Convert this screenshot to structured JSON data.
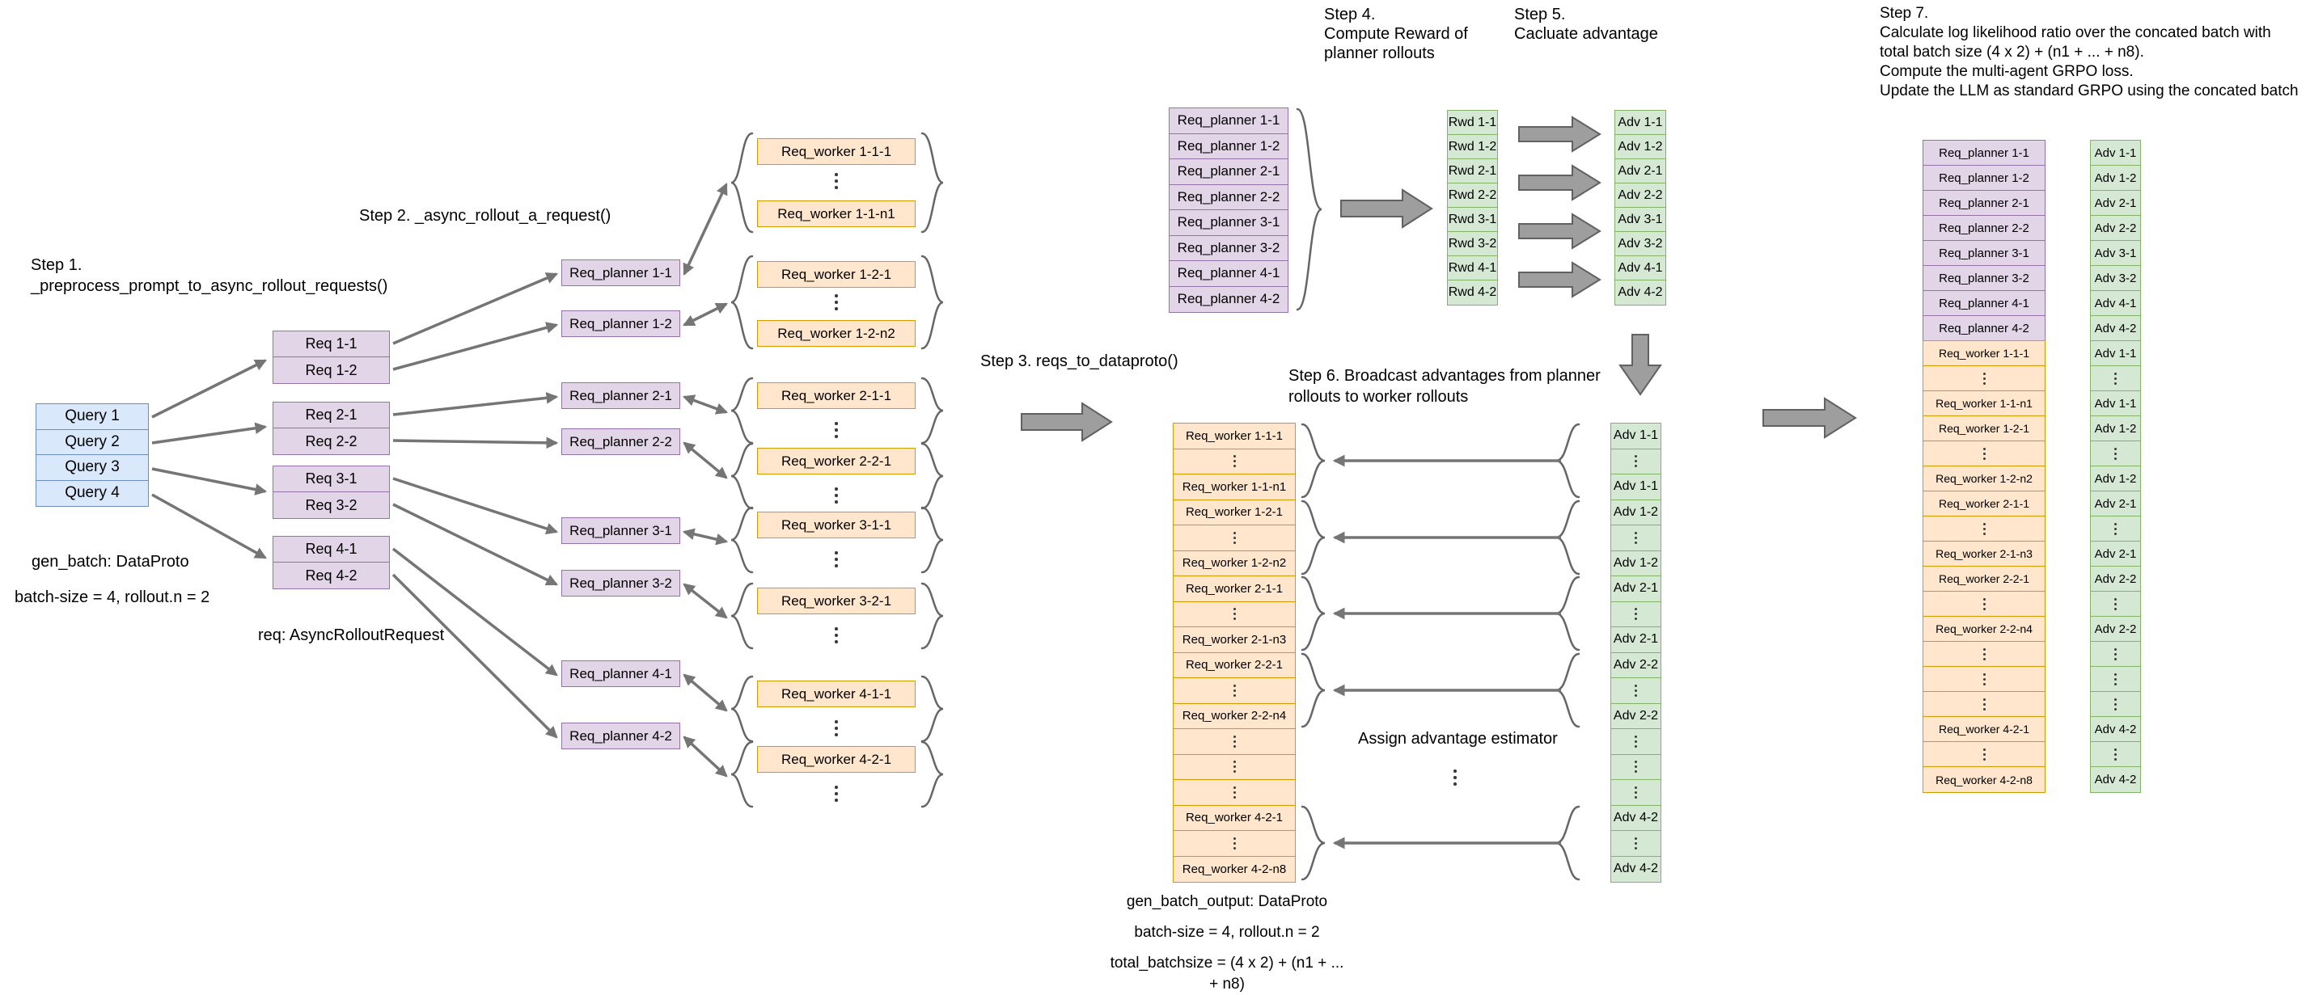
{
  "steps": {
    "s1": "Step 1.\n_preprocess_prompt_to_async_rollout_requests()",
    "s2": "Step 2. _async_rollout_a_request()",
    "s3": "Step 3. reqs_to_dataproto()",
    "s4": "Step 4.\nCompute Reward of\nplanner rollouts",
    "s5": "Step 5.\nCacluate advantage",
    "s6": "Step 6. Broadcast advantages from planner\nrollouts to worker rollouts",
    "s7": "Step 7.\nCalculate log likelihood ratio over the concated batch with\ntotal batch size (4 x 2) + (n1 + ... + n8).\nCompute the multi-agent GRPO loss.\nUpdate the LLM as standard GRPO using the concated batch"
  },
  "left": {
    "queries": [
      "Query 1",
      "Query 2",
      "Query 3",
      "Query 4"
    ],
    "reqs": [
      "Req 1-1",
      "Req 1-2",
      "Req 2-1",
      "Req 2-2",
      "Req 3-1",
      "Req 3-2",
      "Req 4-1",
      "Req 4-2"
    ],
    "gen_batch_label": "gen_batch: DataProto",
    "batch_size_label": "batch-size = 4, rollout.n = 2",
    "req_type_label": "req: AsyncRolloutRequest",
    "planners": [
      "Req_planner 1-1",
      "Req_planner 1-2",
      "Req_planner 2-1",
      "Req_planner 2-2",
      "Req_planner 3-1",
      "Req_planner 3-2",
      "Req_planner 4-1",
      "Req_planner 4-2"
    ],
    "worker_groups": [
      {
        "top": "Req_worker 1-1-1",
        "bottom": "Req_worker 1-1-n1"
      },
      {
        "top": "Req_worker 1-2-1",
        "bottom": "Req_worker 1-2-n2"
      },
      {
        "top": "Req_worker 2-1-1"
      },
      {
        "top": "Req_worker 2-2-1"
      },
      {
        "top": "Req_worker 3-1-1"
      },
      {
        "top": "Req_worker 3-2-1"
      },
      {
        "top": "Req_worker 4-1-1"
      },
      {
        "top": "Req_worker 4-2-1"
      }
    ]
  },
  "middle_top": {
    "planner_rows": [
      "Req_planner 1-1",
      "Req_planner 1-2",
      "Req_planner 2-1",
      "Req_planner 2-2",
      "Req_planner 3-1",
      "Req_planner 3-2",
      "Req_planner 4-1",
      "Req_planner 4-2"
    ],
    "rwd_rows": [
      "Rwd 1-1",
      "Rwd 1-2",
      "Rwd 2-1",
      "Rwd 2-2",
      "Rwd 3-1",
      "Rwd 3-2",
      "Rwd 4-1",
      "Rwd 4-2"
    ],
    "adv_rows": [
      "Adv 1-1",
      "Adv 1-2",
      "Adv 2-1",
      "Adv 2-2",
      "Adv 3-1",
      "Adv 3-2",
      "Adv 4-1",
      "Adv 4-2"
    ]
  },
  "middle_bottom": {
    "worker_rows": [
      {
        "label": "Req_worker 1-1-1"
      },
      {
        "variant": "dots"
      },
      {
        "label": "Req_worker 1-1-n1"
      },
      {
        "label": "Req_worker 1-2-1"
      },
      {
        "variant": "dots"
      },
      {
        "label": "Req_worker 1-2-n2"
      },
      {
        "label": "Req_worker 2-1-1"
      },
      {
        "variant": "dots"
      },
      {
        "label": "Req_worker 2-1-n3"
      },
      {
        "label": "Req_worker 2-2-1"
      },
      {
        "variant": "dots"
      },
      {
        "label": "Req_worker 2-2-n4"
      },
      {
        "variant": "dots"
      },
      {
        "variant": "dots"
      },
      {
        "variant": "dots"
      },
      {
        "label": "Req_worker 4-2-1"
      },
      {
        "variant": "dots"
      },
      {
        "label": "Req_worker 4-2-n8"
      }
    ],
    "adv_rows": [
      {
        "label": "Adv 1-1"
      },
      {
        "variant": "dots"
      },
      {
        "label": "Adv 1-1"
      },
      {
        "label": "Adv 1-2"
      },
      {
        "variant": "dots"
      },
      {
        "label": "Adv 1-2"
      },
      {
        "label": "Adv 2-1"
      },
      {
        "variant": "dots"
      },
      {
        "label": "Adv 2-1"
      },
      {
        "label": "Adv 2-2"
      },
      {
        "variant": "dots"
      },
      {
        "label": "Adv 2-2"
      },
      {
        "variant": "dots"
      },
      {
        "variant": "dots"
      },
      {
        "variant": "dots"
      },
      {
        "label": "Adv 4-2"
      },
      {
        "variant": "dots"
      },
      {
        "label": "Adv 4-2"
      }
    ],
    "assign_label": "Assign advantage estimator",
    "gen_batch_output_label": "gen_batch_output: DataProto",
    "batch_size_label": "batch-size = 4, rollout.n = 2",
    "total_batchsize_label": "total_batchsize = (4 x 2) + (n1 + ... + n8)"
  },
  "right": {
    "planner_rows": [
      "Req_planner 1-1",
      "Req_planner 1-2",
      "Req_planner 2-1",
      "Req_planner 2-2",
      "Req_planner 3-1",
      "Req_planner 3-2",
      "Req_planner 4-1",
      "Req_planner 4-2"
    ],
    "worker_rows": [
      {
        "label": "Req_worker 1-1-1"
      },
      {
        "variant": "dots"
      },
      {
        "label": "Req_worker 1-1-n1"
      },
      {
        "label": "Req_worker 1-2-1"
      },
      {
        "variant": "dots"
      },
      {
        "label": "Req_worker 1-2-n2"
      },
      {
        "label": "Req_worker 2-1-1"
      },
      {
        "variant": "dots"
      },
      {
        "label": "Req_worker 2-1-n3"
      },
      {
        "label": "Req_worker 2-2-1"
      },
      {
        "variant": "dots"
      },
      {
        "label": "Req_worker 2-2-n4"
      },
      {
        "variant": "dots"
      },
      {
        "variant": "dots"
      },
      {
        "variant": "dots"
      },
      {
        "label": "Req_worker 4-2-1"
      },
      {
        "variant": "dots"
      },
      {
        "label": "Req_worker 4-2-n8"
      }
    ],
    "adv_rows": [
      {
        "label": "Adv 1-1"
      },
      {
        "label": "Adv 1-2"
      },
      {
        "label": "Adv 2-1"
      },
      {
        "label": "Adv 2-2"
      },
      {
        "label": "Adv 3-1"
      },
      {
        "label": "Adv 3-2"
      },
      {
        "label": "Adv 4-1"
      },
      {
        "label": "Adv 4-2"
      },
      {
        "label": "Adv 1-1"
      },
      {
        "variant": "dots"
      },
      {
        "label": "Adv 1-1"
      },
      {
        "label": "Adv 1-2"
      },
      {
        "variant": "dots"
      },
      {
        "label": "Adv 1-2"
      },
      {
        "label": "Adv 2-1"
      },
      {
        "variant": "dots"
      },
      {
        "label": "Adv 2-1"
      },
      {
        "label": "Adv 2-2"
      },
      {
        "variant": "dots"
      },
      {
        "label": "Adv 2-2"
      },
      {
        "variant": "dots"
      },
      {
        "variant": "dots"
      },
      {
        "variant": "dots"
      },
      {
        "label": "Adv 4-2"
      },
      {
        "variant": "dots"
      },
      {
        "label": "Adv 4-2"
      }
    ]
  },
  "colors": {
    "blue_fill": "#dae8fc",
    "blue_stroke": "#6c8ebf",
    "purple_fill": "#e1d5e7",
    "purple_stroke": "#9673a6",
    "orange_fill": "#ffe6cc",
    "orange_stroke": "#d79b00",
    "green_fill": "#d5e8d4",
    "green_stroke": "#82b366",
    "arrow_gray": "#757575",
    "block_arrow_fill": "#9e9e9e"
  }
}
